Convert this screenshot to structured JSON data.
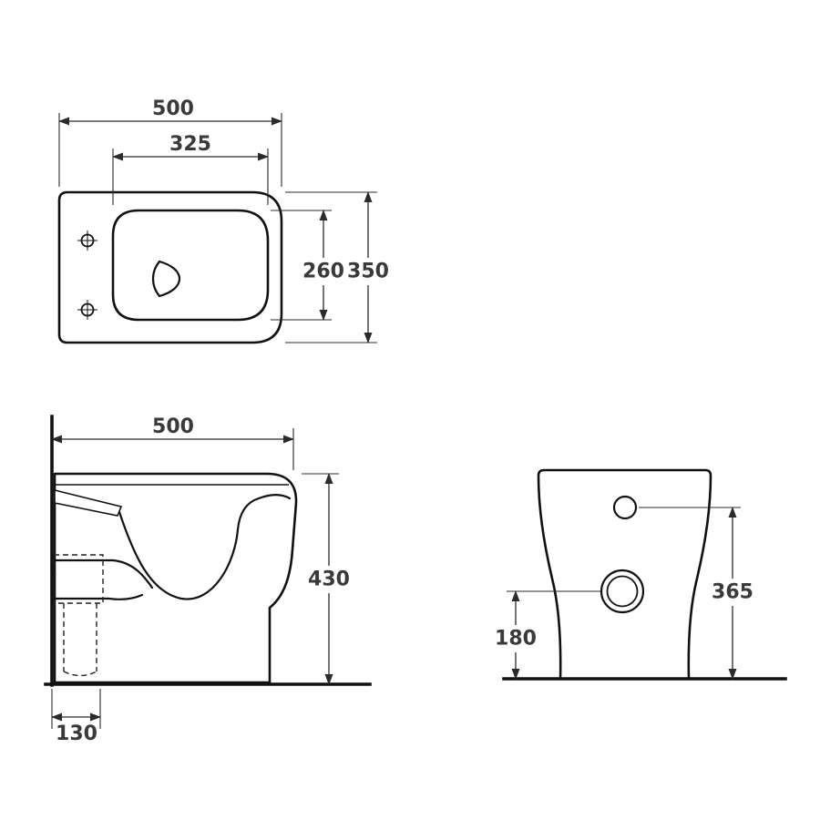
{
  "drawing": {
    "top_view": {
      "overall_width": "500",
      "seat_width": "325",
      "seat_depth": "260",
      "overall_depth": "350"
    },
    "side_view": {
      "overall_depth": "500",
      "overall_height": "430",
      "drain_offset": "130"
    },
    "back_view": {
      "inlet_height": "365",
      "drain_height": "180"
    },
    "colors": {
      "outline": "#111111",
      "dimension_line": "#2b2b2b",
      "label_text": "#3a3a3a",
      "background": "#ffffff"
    }
  }
}
